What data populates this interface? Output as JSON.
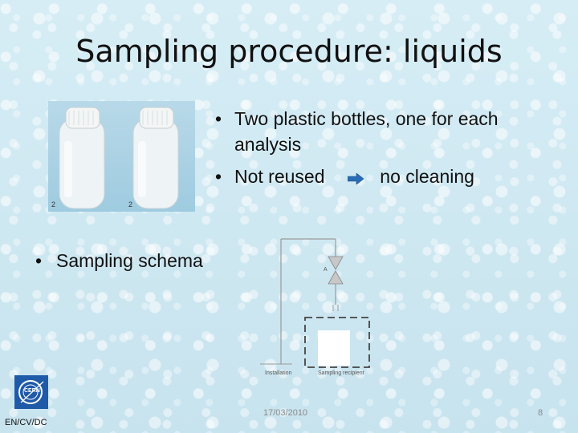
{
  "slide": {
    "title": "Sampling procedure: liquids",
    "bullets": [
      {
        "text": "Two plastic bottles, one for each analysis"
      },
      {
        "text_before_arrow": "Not reused",
        "text_after_arrow": "no cleaning"
      }
    ],
    "schema_bullet": "Sampling schema",
    "bullet_char": "•",
    "photo": {
      "bottle_labels": [
        "2",
        "2"
      ]
    },
    "schema": {
      "valve_label": "A",
      "left_label": "Installation",
      "right_label": "Sampling recipient"
    }
  },
  "footer": {
    "department": "EN/CV/DC",
    "date": "17/03/2010",
    "page": "8"
  },
  "logo": {
    "text": "CERN",
    "icon": "cern-logo-icon"
  },
  "colors": {
    "background": "#cfe8f1",
    "arrow": "#2a6db5",
    "logo": "#1e5aa8"
  }
}
